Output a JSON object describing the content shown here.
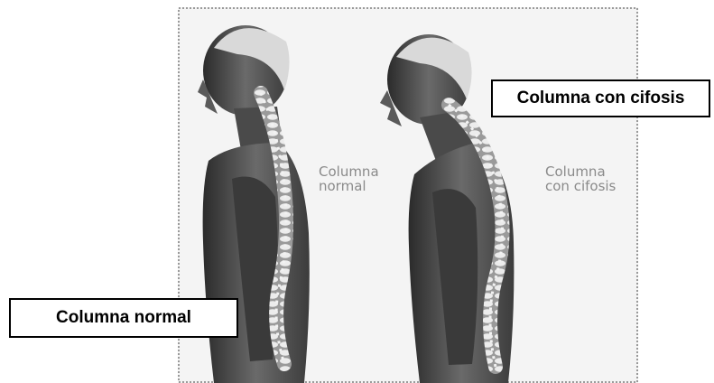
{
  "figure": {
    "inner_labels": {
      "normal": "Columna\nnormal",
      "kyphosis": "Columna\ncon cifosis"
    },
    "captions": {
      "normal": "Columna normal",
      "kyphosis": "Columna con cifosis"
    }
  },
  "colors": {
    "skin_dark": "#3a3a3a",
    "skin_mid": "#6e6e6e",
    "hair": "#d9d9d9",
    "spine": "#e8e8e8",
    "caption_border": "#000000"
  }
}
